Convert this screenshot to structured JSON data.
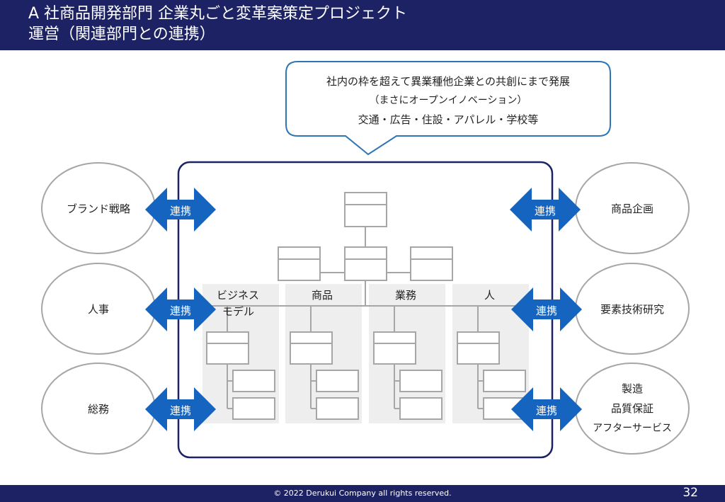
{
  "header": {
    "title_line1": "A 社商品開発部門 企業丸ごと変革案策定プロジェクト",
    "title_line2": "運営（関連部門との連携）"
  },
  "bubble": {
    "line1": "社内の枠を超えて異業種他企業との共創にまで発展",
    "line2": "（まさにオープンイノベーション）",
    "line3": "交通・広告・住設・アパレル・学校等"
  },
  "left_departments": [
    "ブランド戦略",
    "人事",
    "総務"
  ],
  "right_departments": {
    "top": "商品企画",
    "middle": "要素技術研究",
    "bottom_lines": [
      "製造",
      "品質保証",
      "アフターサービス"
    ]
  },
  "link_label": "連携",
  "org_columns": [
    "ビジネス",
    "モデル",
    "商品",
    "業務",
    "人"
  ],
  "colors": {
    "navy": "#1c2263",
    "arrow": "#1565c0",
    "bubble_border": "#2e75b6"
  },
  "footer": {
    "copyright": "© 2022 Derukui Company all rights reserved.",
    "page_number": "32"
  }
}
